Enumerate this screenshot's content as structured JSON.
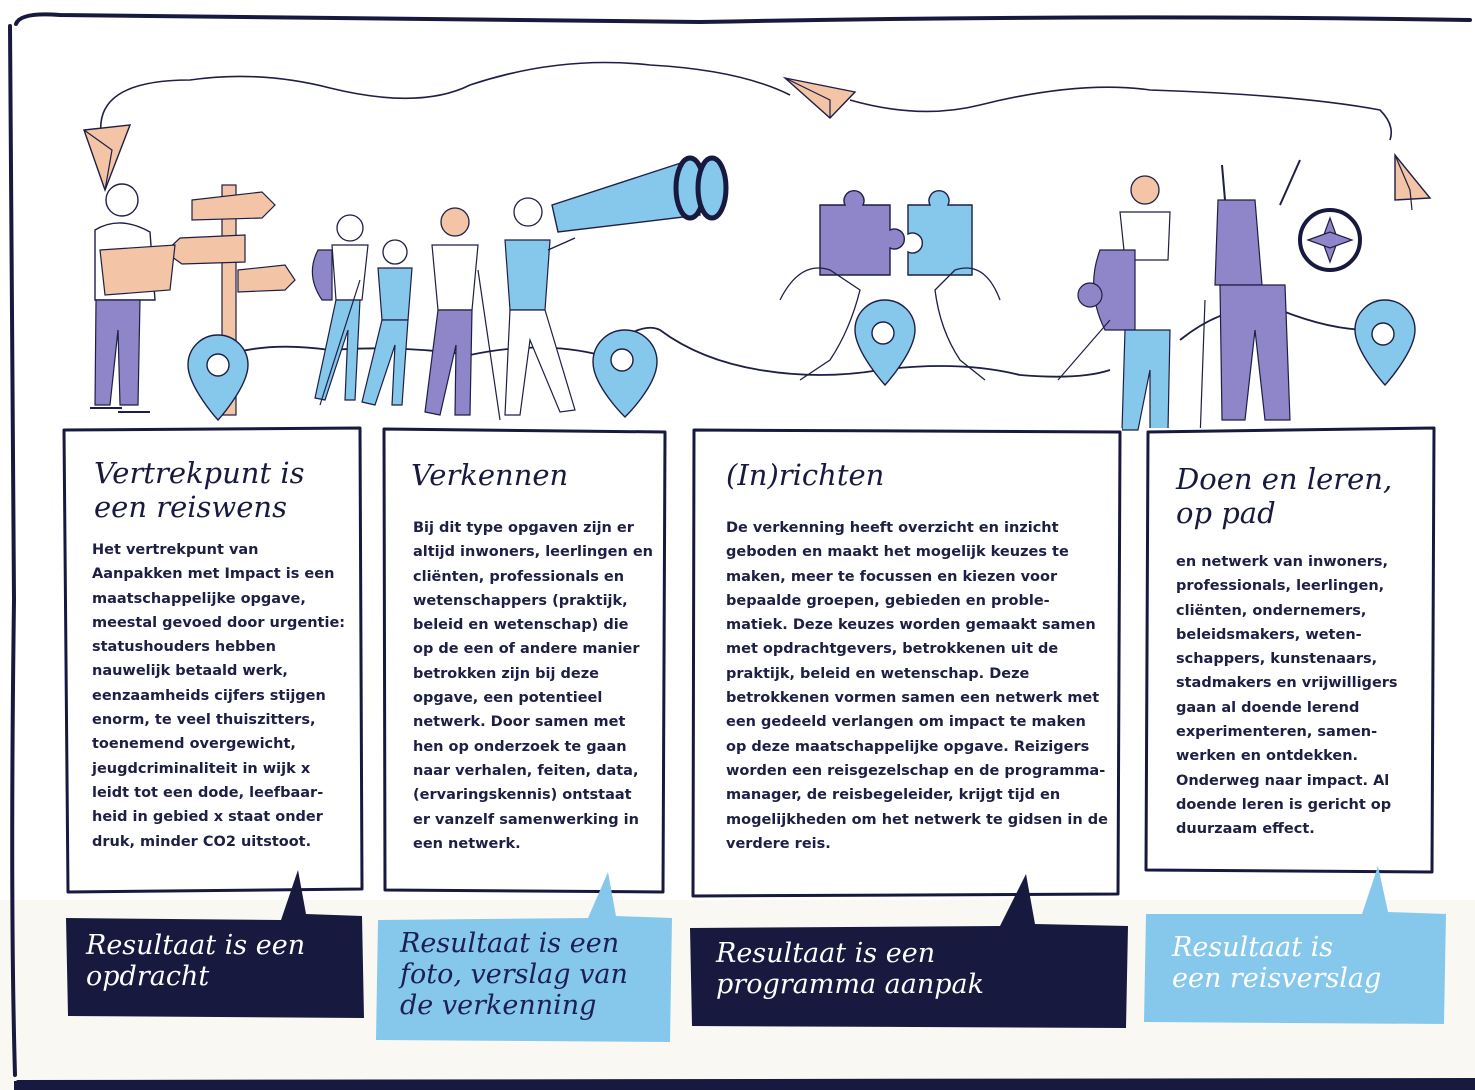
{
  "colors": {
    "navy": "#17193f",
    "sky_blue": "#86c8ec",
    "purple": "#8f86c9",
    "peach": "#f4c4a6",
    "cream": "#faf8f3"
  },
  "icons": [
    "paper-plane-icon",
    "signpost-icon",
    "location-pin-icon",
    "binoculars-icon",
    "puzzle-icon",
    "compass-icon",
    "hiker-figure"
  ],
  "cards": [
    {
      "title_lines": [
        "Vertrekpunt is",
        "een reiswens"
      ],
      "body_lines": [
        "Het vertrekpunt van",
        "Aanpakken met Impact is een",
        "maatschappelijke opgave,",
        "meestal gevoed door urgentie:",
        "statushouders hebben",
        "nauwelijk betaald werk,",
        "eenzaamheids cijfers stijgen",
        "enorm, te veel thuiszitters,",
        "toenemend overgewicht,",
        "jeugdcriminaliteit in wijk x",
        "leidt tot een dode, leefbaar-",
        "heid in gebied x staat onder",
        "druk, minder CO2 uitstoot."
      ],
      "result_lines": [
        "Resultaat is een",
        "opdracht"
      ]
    },
    {
      "title_lines": [
        "Verkennen"
      ],
      "body_lines": [
        "Bij dit type opgaven zijn er",
        "altijd inwoners, leerlingen en",
        "cliënten, professionals en",
        "wetenschappers (praktijk,",
        "beleid en wetenschap) die",
        "op de een of andere manier",
        "betrokken zijn bij deze",
        "opgave, een potentieel",
        "netwerk. Door samen met",
        "hen op onderzoek te gaan",
        "naar verhalen, feiten, data,",
        "(ervaringskennis) ontstaat",
        "er vanzelf samenwerking in",
        "een netwerk."
      ],
      "result_lines": [
        "Resultaat is een",
        "foto, verslag van",
        "de verkenning"
      ]
    },
    {
      "title_lines": [
        "(In)richten"
      ],
      "body_lines": [
        "De verkenning heeft overzicht en inzicht",
        "geboden en maakt het mogelijk keuzes te",
        "maken, meer te focussen en kiezen voor",
        "bepaalde groepen, gebieden en proble-",
        "matiek. Deze keuzes worden gemaakt samen",
        "met opdrachtgevers, betrokkenen uit de",
        "praktijk, beleid en wetenschap. Deze",
        "betrokkenen vormen samen een netwerk met",
        "een gedeeld verlangen om impact te maken",
        "op deze maatschappelijke opgave. Reizigers",
        "worden een reisgezelschap en de programma-",
        "manager, de reisbegeleider, krijgt tijd en",
        "mogelijkheden om het netwerk te gidsen in de",
        "verdere reis."
      ],
      "result_lines": [
        "Resultaat is een",
        "programma aanpak"
      ]
    },
    {
      "title_lines": [
        "Doen en leren,",
        "op pad"
      ],
      "body_lines": [
        "en netwerk van inwoners,",
        "professionals, leerlingen,",
        "cliënten, ondernemers,",
        "beleidsmakers, weten-",
        "schappers, kunstenaars,",
        "stadmakers en vrijwilligers",
        "gaan al doende lerend",
        "experimenteren, samen-",
        "werken en ontdekken.",
        "Onderweg naar impact. Al",
        "doende leren is gericht op",
        "duurzaam effect."
      ],
      "result_lines": [
        "Resultaat is",
        "een reisverslag"
      ]
    }
  ]
}
